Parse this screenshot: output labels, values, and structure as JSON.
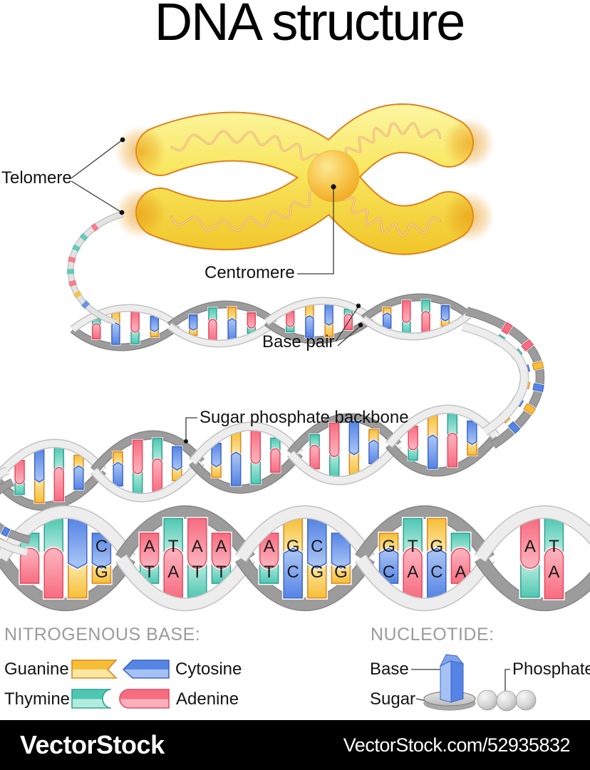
{
  "title": "DNA structure",
  "callouts": {
    "telomere": "Telomere",
    "centromere": "Centromere",
    "base_pair": "Base pair",
    "backbone": "Sugar phosphate backbone"
  },
  "legend": {
    "title": "NITROGENOUS BASE:",
    "guanine": "Guanine",
    "cytosine": "Cytosine",
    "thymine": "Thymine",
    "adenine": "Adenine"
  },
  "nucleotide": {
    "title": "NUCLEOTIDE:",
    "base": "Base",
    "sugar": "Sugar",
    "phosphate": "Phosphate"
  },
  "watermark": {
    "brand": "VectorStock",
    "credit": "VectorStock.com/52935832"
  },
  "colors": {
    "guanine": "#F6BE36",
    "guanine_light": "#FBE7A4",
    "guanine_stroke": "#E0861C",
    "cytosine": "#5584E4",
    "cytosine_light": "#A6C2F4",
    "cytosine_stroke": "#3E66C8",
    "thymine": "#4EC7B2",
    "thymine_light": "#B4EBDF",
    "thymine_stroke": "#2EA38F",
    "adenine": "#F76C80",
    "adenine_light": "#FBB0BB",
    "adenine_stroke": "#E44B62",
    "chromosome_fill": "#F8E75F",
    "chromosome_border": "#DC8220",
    "ribbon_front": "#EDEDED",
    "ribbon_back": "#9C9C9C",
    "letter": "#1B1B1B"
  },
  "helix": {
    "rows": [
      {
        "pairs": [
          [
            "TA",
            "GC",
            "AT",
            "CG"
          ],
          [
            "CG",
            "TA",
            "GC",
            "AT"
          ],
          [
            "AT",
            "GC",
            "CG",
            "TA"
          ],
          [
            "GC",
            "AT",
            "TA",
            "CG"
          ]
        ]
      },
      {
        "pairs": [
          [
            "AT",
            "CG",
            "TA",
            "GC"
          ],
          [
            "GC",
            "AT",
            "TA",
            "CG"
          ],
          [
            "CG",
            "GC",
            "AT",
            "TA"
          ],
          [
            "TA",
            "AT",
            "CG",
            "GC"
          ],
          [
            "AT",
            "GC",
            "TA",
            "CG"
          ]
        ]
      },
      {
        "pairs": [
          [
            "TA",
            "TA",
            "CG",
            "CG"
          ],
          [
            "AT",
            "TA",
            "AT",
            "AT"
          ],
          [
            "AT",
            "GC",
            "CG",
            "CG"
          ],
          [
            "GC",
            "TA",
            "GC",
            "TA"
          ],
          [
            "AT",
            "TA"
          ]
        ],
        "letters": [
          [
            [
              "",
              ""
            ],
            [
              "",
              ""
            ],
            [
              "",
              ""
            ],
            [
              "C",
              "G"
            ]
          ],
          [
            [
              "A",
              "T"
            ],
            [
              "T",
              "A"
            ],
            [
              "A",
              "T"
            ],
            [
              "A",
              "T"
            ]
          ],
          [
            [
              "A",
              "T"
            ],
            [
              "G",
              "C"
            ],
            [
              "C",
              "G"
            ],
            [
              "",
              "G"
            ]
          ],
          [
            [
              "G",
              "C"
            ],
            [
              "T",
              "A"
            ],
            [
              "G",
              "C"
            ],
            [
              "",
              "A"
            ]
          ],
          [
            [
              "A",
              ""
            ],
            [
              "T",
              "A"
            ]
          ]
        ]
      }
    ],
    "connector_pairs": [
      "TA",
      "TA",
      "CG",
      "GC",
      "CG",
      "GC"
    ],
    "left_connector_pairs": [
      "AT",
      "TA",
      "GC"
    ],
    "fiber_ticks": [
      "A",
      "T",
      "T",
      "A",
      "T",
      "A",
      "G",
      "C"
    ]
  }
}
